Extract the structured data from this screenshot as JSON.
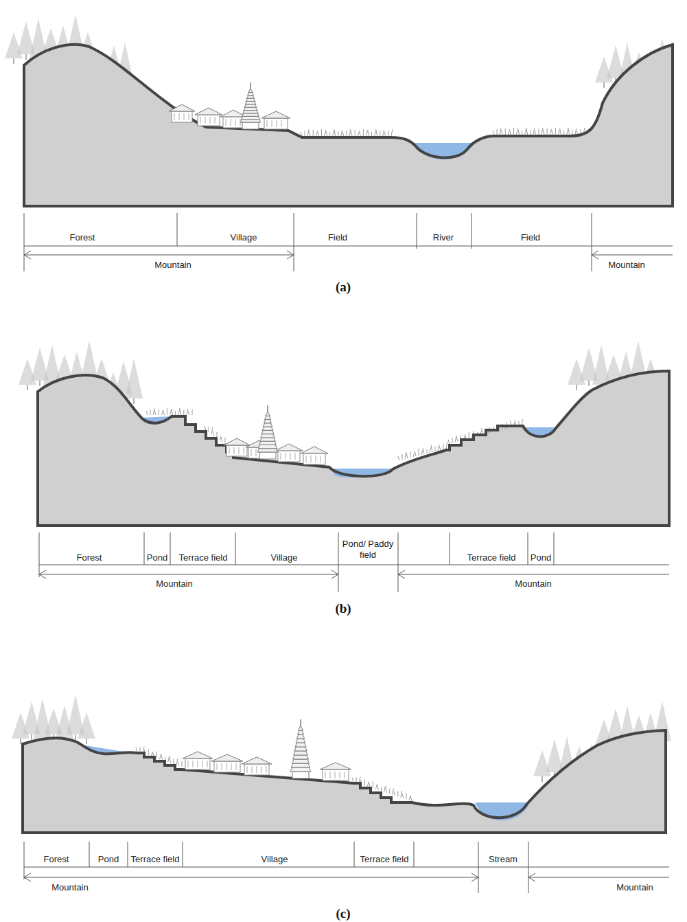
{
  "diagram": {
    "labels": [
      "Forest",
      "Village",
      "Field",
      "River",
      "Field",
      "Mountain",
      "Mountain",
      "(a)",
      "Forest",
      "Pond",
      "Terrace field",
      "Village",
      "Pond/ Paddy field",
      "Terrace field",
      "Pond",
      "Mountain",
      "Mountain",
      "(b)",
      "Forest",
      "Pond",
      "Terrace field",
      "Village",
      "Terrace field",
      "Stream",
      "Mountain",
      "Mountain",
      "(c)"
    ]
  }
}
